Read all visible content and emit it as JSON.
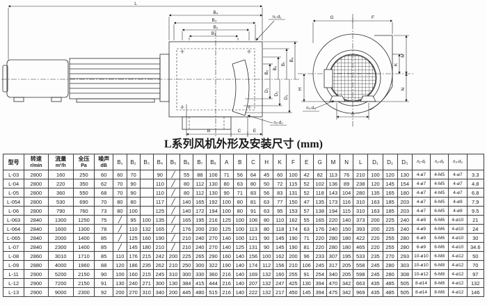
{
  "title": "L系列风机外形及安装尺寸 (mm)",
  "diagram": {
    "left": {
      "L": "L",
      "B4": "B₄",
      "B3": "B₃",
      "B2": "B₂",
      "B1": "B₁",
      "n1d1": "n₁-d₁",
      "B5": "B₅",
      "B6": "B₆",
      "B7": "B₇",
      "B8": "B₈",
      "D1": "D₁",
      "D2": "D₂",
      "D3": "D₃",
      "n2d2": "n₂-d₂",
      "B": "B",
      "C": "C",
      "E": "E"
    },
    "right": {
      "G": "G",
      "F": "F",
      "M": "M",
      "K": "K",
      "N": "N",
      "H": "H",
      "A": "A",
      "n3d3": "n₃-d₃"
    }
  },
  "table": {
    "headers": [
      {
        "label": "型号"
      },
      {
        "label": "转速",
        "sub": "r/min"
      },
      {
        "label": "流量",
        "sub": "m³/h"
      },
      {
        "label": "全压",
        "sub": "Pa"
      },
      {
        "label": "噪声",
        "sub": "dB"
      },
      {
        "label": "B₁"
      },
      {
        "label": "B₂"
      },
      {
        "label": "B₃"
      },
      {
        "label": "B₄"
      },
      {
        "label": "B₅"
      },
      {
        "label": "B₆"
      },
      {
        "label": "B₇"
      },
      {
        "label": "B₈"
      },
      {
        "label": "A"
      },
      {
        "label": "B"
      },
      {
        "label": "C"
      },
      {
        "label": "H"
      },
      {
        "label": "K"
      },
      {
        "label": "F"
      },
      {
        "label": "E"
      },
      {
        "label": "G"
      },
      {
        "label": "M"
      },
      {
        "label": "N"
      },
      {
        "label": "L"
      },
      {
        "label": "D₁"
      },
      {
        "label": "D₂"
      },
      {
        "label": "D₃"
      },
      {
        "label": "n₁-d₁"
      },
      {
        "label": "n₂-d₂"
      },
      {
        "label": "n₃-d₃"
      },
      {
        "label": ""
      }
    ],
    "rows": [
      [
        "L-03",
        "2800",
        "160",
        "250",
        "60",
        "60",
        "70",
        "",
        "90",
        "╱",
        "55",
        "88",
        "106",
        "71",
        "56",
        "64",
        "45",
        "60",
        "100",
        "42",
        "82",
        "113",
        "76",
        "210",
        "100",
        "120",
        "130",
        "4-ø7",
        "4-M5",
        "4-ø7",
        "3.3"
      ],
      [
        "L-04",
        "2800",
        "220",
        "350",
        "62",
        "70",
        "90",
        "",
        "110",
        "╱",
        "80",
        "112",
        "130",
        "80",
        "63",
        "80",
        "50",
        "72",
        "115",
        "52",
        "102",
        "136",
        "89",
        "238",
        "120",
        "145",
        "154",
        "4-ø7",
        "4-M5",
        "4-ø7",
        "4.8"
      ],
      [
        "L-05",
        "2800",
        "360",
        "550",
        "68",
        "70",
        "90",
        "",
        "110",
        "╱",
        "80",
        "112",
        "130",
        "90",
        "71",
        "83",
        "56",
        "83",
        "131",
        "52",
        "118",
        "143",
        "104",
        "280",
        "135",
        "165",
        "180",
        "4-ø7",
        "4-M5",
        "4-ø7",
        "6.8"
      ],
      [
        "L-054",
        "2800",
        "530",
        "690",
        "70",
        "80",
        "80",
        "",
        "117",
        "╱",
        "140",
        "165",
        "192",
        "100",
        "80",
        "81",
        "63",
        "77",
        "150",
        "47",
        "135",
        "173",
        "116",
        "310",
        "163",
        "185",
        "203",
        "4-ø7",
        "6-M5",
        "4-ø9",
        "7.9"
      ],
      [
        "L-06",
        "2800",
        "790",
        "760",
        "73",
        "80",
        "100",
        "",
        "125",
        "╱",
        "140",
        "172",
        "194",
        "100",
        "80",
        "91",
        "63",
        "95",
        "153",
        "57",
        "138",
        "194",
        "115",
        "310",
        "163",
        "185",
        "203",
        "4-ø7",
        "6-M5",
        "4-ø9",
        "9.5"
      ],
      [
        "L-063",
        "2840",
        "1300",
        "1250",
        "75",
        "╱",
        "95",
        "100",
        "135",
        "╱",
        "165",
        "195",
        "216",
        "125",
        "100",
        "106",
        "80",
        "110",
        "162",
        "55",
        "165",
        "220",
        "140",
        "373",
        "200",
        "225",
        "240",
        "4-ø9",
        "6-M6",
        "4-ø10",
        "21"
      ],
      [
        "L-064",
        "2840",
        "1600",
        "1300",
        "78",
        "╱",
        "110",
        "132",
        "165",
        "╱",
        "176",
        "200",
        "230",
        "125",
        "100",
        "113",
        "80",
        "118",
        "174",
        "63",
        "176",
        "240",
        "150",
        "393",
        "200",
        "225",
        "240",
        "4-ø9",
        "6-M6",
        "4-ø10",
        "24"
      ],
      [
        "L-065",
        "2840",
        "2000",
        "1400",
        "85",
        "╱",
        "125",
        "160",
        "190",
        "╱",
        "210",
        "240",
        "270",
        "140",
        "100",
        "121",
        "90",
        "145",
        "190",
        "71",
        "220",
        "280",
        "180",
        "422",
        "220",
        "255",
        "280",
        "6-ø9",
        "6-M6",
        "4-ø10",
        "30"
      ],
      [
        "L-07",
        "2840",
        "2300",
        "1400",
        "85",
        "╱",
        "145",
        "180",
        "210",
        "╱",
        "210",
        "240",
        "270",
        "140",
        "125",
        "131",
        "90",
        "145",
        "190",
        "81",
        "220",
        "280",
        "180",
        "465",
        "220",
        "255",
        "280",
        "6-ø9",
        "6-M6",
        "4-ø10",
        "34.6"
      ],
      [
        "L-08",
        "2860",
        "3010",
        "1710",
        "85",
        "110",
        "176",
        "215",
        "242",
        "200",
        "225",
        "265",
        "290",
        "160",
        "140",
        "156",
        "100",
        "162",
        "200",
        "96",
        "233",
        "307",
        "195",
        "533",
        "235",
        "270",
        "293",
        "10-ø10",
        "6-M8",
        "4-ø12",
        "50"
      ],
      [
        "L-09",
        "2880",
        "4000",
        "1960",
        "88",
        "120",
        "186",
        "235",
        "262",
        "210",
        "250",
        "300",
        "322",
        "190",
        "140",
        "174",
        "112",
        "156",
        "210",
        "106",
        "245",
        "317",
        "205",
        "558",
        "245",
        "280",
        "303",
        "10-ø10",
        "6-M8",
        "4-ø12",
        "70"
      ],
      [
        "L-11",
        "2900",
        "5200",
        "2150",
        "90",
        "100",
        "160",
        "215",
        "245",
        "310",
        "300",
        "330",
        "360",
        "216",
        "140",
        "169",
        "132",
        "160",
        "255",
        "91",
        "254",
        "340",
        "205",
        "598",
        "245",
        "280",
        "308",
        "10-ø12",
        "6-M8",
        "4-ø12",
        "97"
      ],
      [
        "L-12",
        "2900",
        "7200",
        "2150",
        "91",
        "130",
        "240",
        "271",
        "300",
        "130",
        "384",
        "415",
        "444",
        "216",
        "140",
        "207",
        "132",
        "247",
        "425",
        "130",
        "394",
        "470",
        "342",
        "663",
        "435",
        "485",
        "505",
        "8-ø14",
        "8-M8",
        "4-ø12",
        "132"
      ],
      [
        "L-13",
        "2900",
        "9000",
        "2300",
        "92",
        "200",
        "270",
        "310",
        "340",
        "200",
        "445",
        "480",
        "515",
        "216",
        "140",
        "222",
        "132",
        "217",
        "450",
        "145",
        "394",
        "475",
        "342",
        "969",
        "435",
        "485",
        "505",
        "8-ø14",
        "8-M8",
        "4-ø12",
        "146"
      ]
    ]
  }
}
